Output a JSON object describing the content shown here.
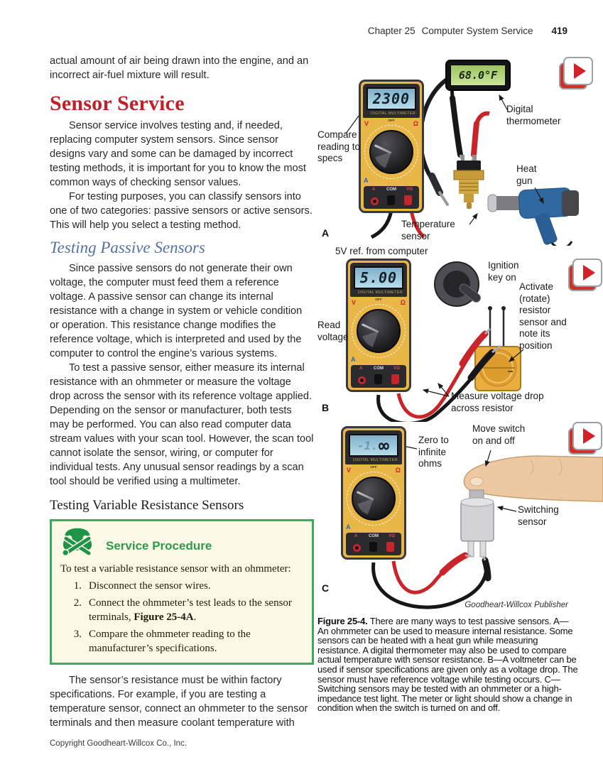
{
  "header": {
    "chapter": "Chapter 25",
    "title": "Computer System Service",
    "page_number": "419"
  },
  "left": {
    "p_intro": "actual amount of air being drawn into the engine, and an incorrect air-fuel mixture will result.",
    "h_sensor_service": "Sensor Service",
    "p1": "Sensor service involves testing and, if needed, replacing computer system sensors. Since sensor designs vary and some can be damaged by incorrect testing methods, it is important for you to know the most common ways of checking sensor values.",
    "p2": "For testing purposes, you can classify sensors into one of two categories: passive sensors or active sensors. This will help you select a testing method.",
    "h_testing_passive": "Testing Passive Sensors",
    "p3": "Since passive sensors do not generate their own voltage, the computer must feed them a reference voltage. A passive sensor can change its internal resistance with a change in system or vehicle condition or operation. This resistance change modifies the reference voltage, which is interpreted and used by the computer to control the engine’s various systems.",
    "p4": "To test a passive sensor, either measure its internal resistance with an ohmmeter or measure the voltage drop across the sensor with its reference voltage applied. Depending on the sensor or manufacturer, both tests may be performed. You can also read computer data stream values with your scan tool. However, the scan tool cannot isolate the sensor, wiring, or computer for individual tests. Any unusual sensor readings by a scan tool should be verified using a multimeter.",
    "h_testing_variable": "Testing Variable Resistance Sensors",
    "p5": "The sensor’s resistance must be within factory specifications. For example, if you are testing a temperature sensor, connect an ohmmeter to the sensor terminals and then measure coolant temperature with",
    "footer": "Copyright Goodheart-Willcox Co., Inc."
  },
  "service_box": {
    "title": "Service Procedure",
    "intro": "To test a variable resistance sensor with an ohmmeter:",
    "step1_num": "1.",
    "step1": "Disconnect the sensor wires.",
    "step2_num": "2.",
    "step2_pre": "Connect the ohmmeter’s test leads to the sensor terminals, ",
    "step2_bold": "Figure 25-4A",
    "step2_post": ".",
    "step3_num": "3.",
    "step3": "Compare the ohmmeter reading to the manufacturer’s specifications."
  },
  "meter": {
    "brand": "DIGITAL MULTIMETER",
    "off": "OFF",
    "v": "V",
    "ohm": "Ω",
    "a": "A",
    "jack_a": "A",
    "jack_com": "COM",
    "jack_vohm": "VΩ"
  },
  "figure_a": {
    "letter": "A",
    "display": "2300",
    "thermometer_reading": "68.0°F",
    "label_compare": "Compare reading to specs",
    "label_digital_thermometer": "Digital thermometer",
    "label_heat_gun": "Heat gun",
    "label_temperature_sensor": "Temperature sensor"
  },
  "figure_b": {
    "letter": "B",
    "display": "5.00",
    "label_ref": "5V ref. from computer",
    "label_read_voltage": "Read voltage",
    "label_ignition": "Ignition key on",
    "label_activate": "Activate (rotate) resistor sensor and note its position",
    "label_measure": "Measure voltage drop across resistor"
  },
  "figure_c": {
    "letter": "C",
    "display": "∞",
    "display_ghost": "-1.",
    "label_zero": "Zero to infinite ohms",
    "label_move": "Move switch on and off",
    "label_switching": "Switching sensor",
    "credit": "Goodheart-Willcox Publisher"
  },
  "caption": {
    "lead": "Figure 25-4.",
    "text": " There are many ways to test passive sensors. A—An ohmmeter can be used to measure internal resistance. Some sensors can be heated with a heat gun while measuring resistance. A digital thermometer may also be used to compare actual temperature with sensor resistance. B—A voltmeter can be used if sensor specifications are given only as a voltage drop. The sensor must have reference voltage while testing occurs. C—Switching sensors may be tested with an ohmmeter or a high-impedance test light. The meter or light should show a change in condition when the switch is turned on and off."
  }
}
